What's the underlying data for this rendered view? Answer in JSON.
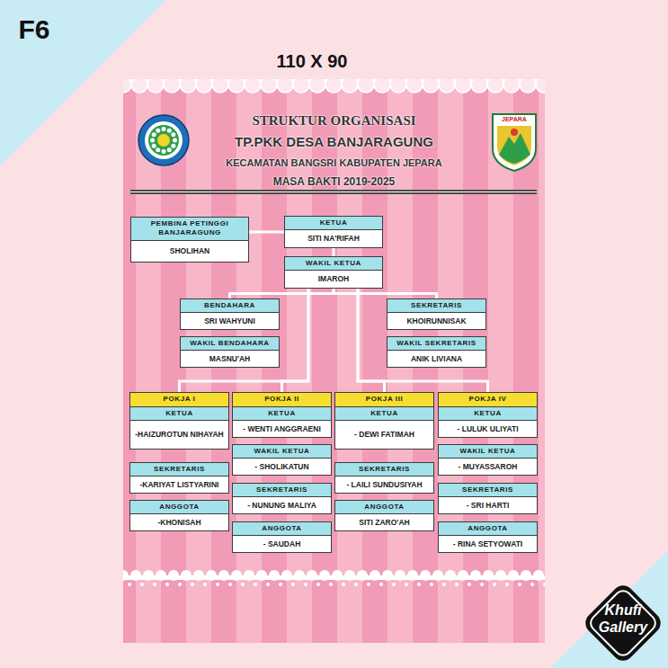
{
  "diagram": {
    "title": "STRUKTUR ORGANISASI",
    "nodes": [
      {
        "text": [
          "PEMBINA PETINGGI BANJARAGUNG",
          "SHOLIHAN"
        ]
      },
      {
        "text": [
          "KETUA",
          "SITI NA'RIFAH"
        ]
      },
      {
        "text": [
          "WAKIL KETUA",
          "IMAROH"
        ]
      },
      {
        "text": [
          "BENDAHARA",
          "SRI WAHYUNI"
        ]
      },
      {
        "text": [
          "SEKRETARIS",
          "KHOIRUNNISAK"
        ]
      },
      {
        "text": [
          "WAKIL BENDAHARA",
          "MASNU'AH"
        ]
      },
      {
        "text": [
          "WAKIL SEKRETARIS",
          "ANIK LIVIANA"
        ]
      },
      {
        "text": [
          "POKJA I"
        ]
      },
      {
        "text": [
          "KETUA",
          "-HAIZUROTUN NIHAYAH"
        ]
      },
      {
        "text": [
          "SEKRETARIS",
          "-KARIYAT LISTYARINI"
        ]
      },
      {
        "text": [
          "ANGGOTA",
          "-KHONISAH"
        ]
      },
      {
        "text": [
          "POKJA II"
        ]
      },
      {
        "text": [
          "KETUA",
          "- WENTI ANGGRAENI"
        ]
      },
      {
        "text": [
          "WAKIL KETUA",
          "- SHOLIKATUN"
        ]
      },
      {
        "text": [
          "SEKRETARIS",
          "- NUNUNG MALIYA"
        ]
      },
      {
        "text": [
          "ANGGOTA",
          "- SAUDAH"
        ]
      },
      {
        "text": [
          "POKJA III"
        ]
      },
      {
        "text": [
          "KETUA",
          "- DEWI FATIMAH"
        ]
      },
      {
        "text": [
          "SEKRETARIS",
          "- LAILI SUNDUSIYAH"
        ]
      },
      {
        "text": [
          "ANGGOTA",
          "SITI ZARO'AH"
        ]
      },
      {
        "text": [
          "POKJA IV"
        ]
      },
      {
        "text": [
          "KETUA",
          "- LULUK ULIYATI"
        ]
      },
      {
        "text": [
          "WAKIL KETUA",
          "- MUYASSAROH"
        ]
      },
      {
        "text": [
          "SEKRETARIS",
          "- SRI HARTI"
        ]
      },
      {
        "text": [
          "ANGGOTA",
          "- RINA SETYOWATI"
        ]
      }
    ],
    "edges": [
      {
        "from": 0,
        "to": 1,
        "arrow": "none"
      },
      {
        "from": 1,
        "to": 2,
        "arrow": "none"
      },
      {
        "from": 2,
        "to": 3,
        "arrow": "none"
      },
      {
        "from": 2,
        "to": 4,
        "arrow": "none"
      },
      {
        "from": 2,
        "to": 7,
        "arrow": "none"
      },
      {
        "from": 2,
        "to": 11,
        "arrow": "none"
      },
      {
        "from": 2,
        "to": 16,
        "arrow": "none"
      },
      {
        "from": 2,
        "to": 20,
        "arrow": "none"
      }
    ],
    "labels": [
      "F6",
      "110 X 90",
      "TP.PKK DESA BANJARAGUNG",
      "KECAMATAN BANGSRI KABUPATEN JEPARA",
      "MASA BAKTI 2019-2025",
      "JEPARA",
      "Khufi",
      "Gallery"
    ]
  }
}
